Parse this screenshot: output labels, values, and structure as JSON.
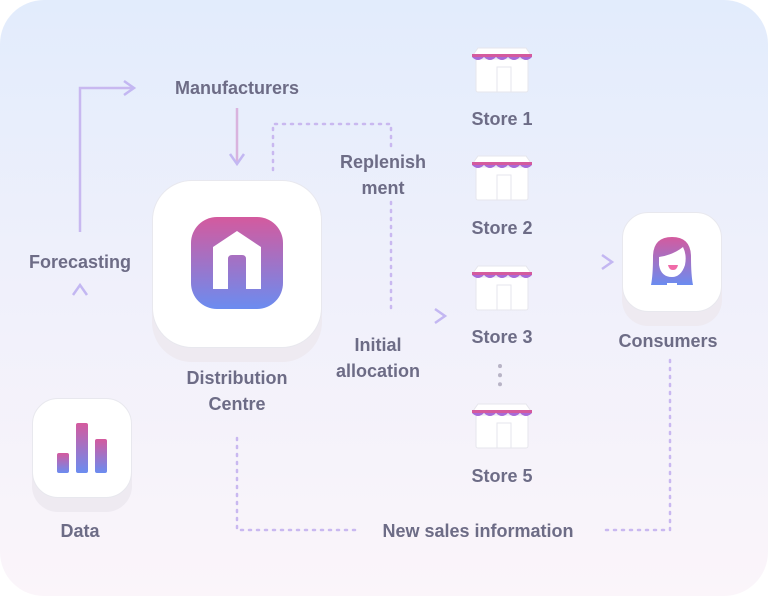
{
  "nodes": {
    "manufacturers": "Manufacturers",
    "forecasting": "Forecasting",
    "data": "Data",
    "distribution_line1": "Distribution",
    "distribution_line2": "Centre",
    "replenish_line1": "Replenish",
    "replenish_line2": "ment",
    "initial_line1": "Initial",
    "initial_line2": "allocation",
    "stores": [
      "Store 1",
      "Store 2",
      "Store 3",
      "Store 5"
    ],
    "consumers": "Consumers",
    "new_sales": "New sales information"
  },
  "colors": {
    "text": "#6d6c86",
    "pink": "#d45a9e",
    "blue": "#6b8cf0",
    "line": "#c9b8f0"
  }
}
